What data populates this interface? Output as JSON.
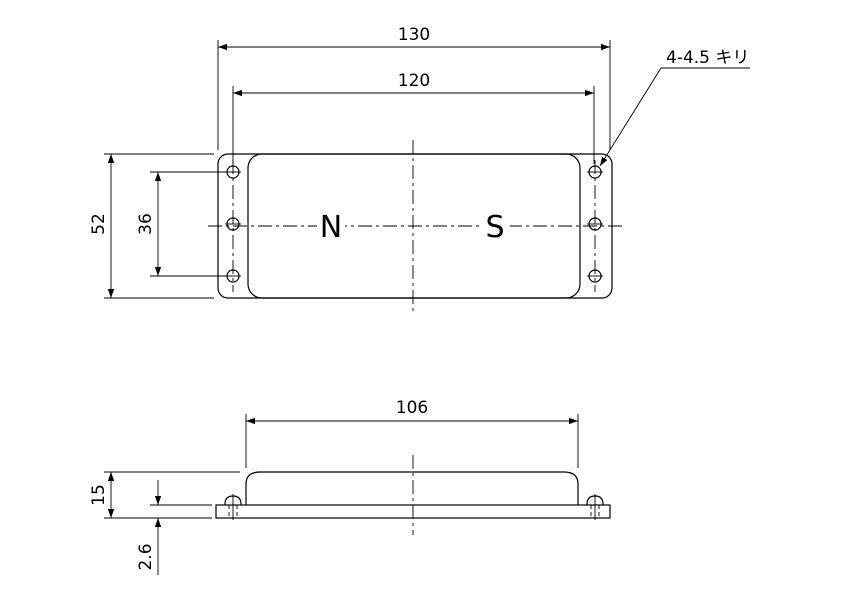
{
  "plan_view": {
    "dim_overall_width": "130",
    "dim_hole_pitch_x": "120",
    "dim_overall_height": "52",
    "dim_hole_pitch_y": "36",
    "hole_note": "4-4.5 キリ",
    "pole_north": "N",
    "pole_south": "S"
  },
  "side_view": {
    "dim_body_width": "106",
    "dim_height": "15",
    "dim_plate_thickness": "2.6"
  }
}
